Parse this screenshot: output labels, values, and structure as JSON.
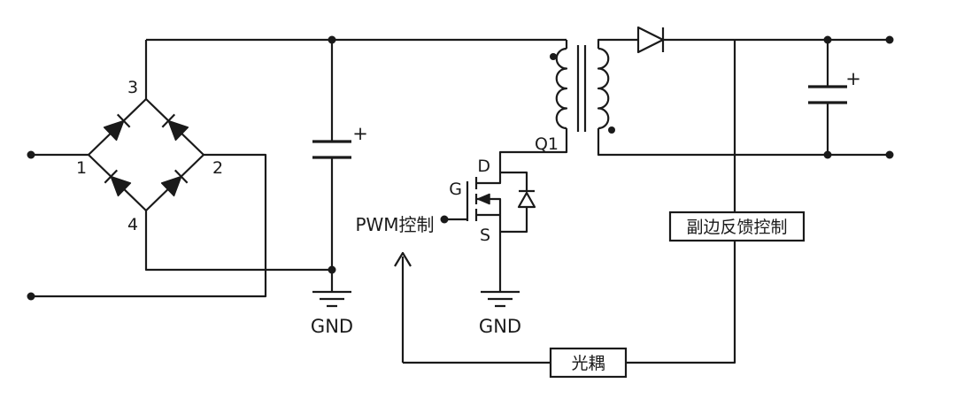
{
  "schematic": {
    "bridge": {
      "pin_1": "1",
      "pin_2": "2",
      "pin_3": "3",
      "pin_4": "4"
    },
    "transistor": {
      "ref": "Q1",
      "drain": "D",
      "gate": "G",
      "source": "S"
    },
    "ground_primary": "GND",
    "ground_switch": "GND",
    "pwm_label": "PWM控制",
    "feedback_label": "副边反馈控制",
    "optocoupler_label": "光耦",
    "bulk_cap_polarity": "+",
    "output_cap_polarity": "+",
    "colors": {
      "line": "#1a1a1a",
      "background": "#ffffff"
    }
  }
}
